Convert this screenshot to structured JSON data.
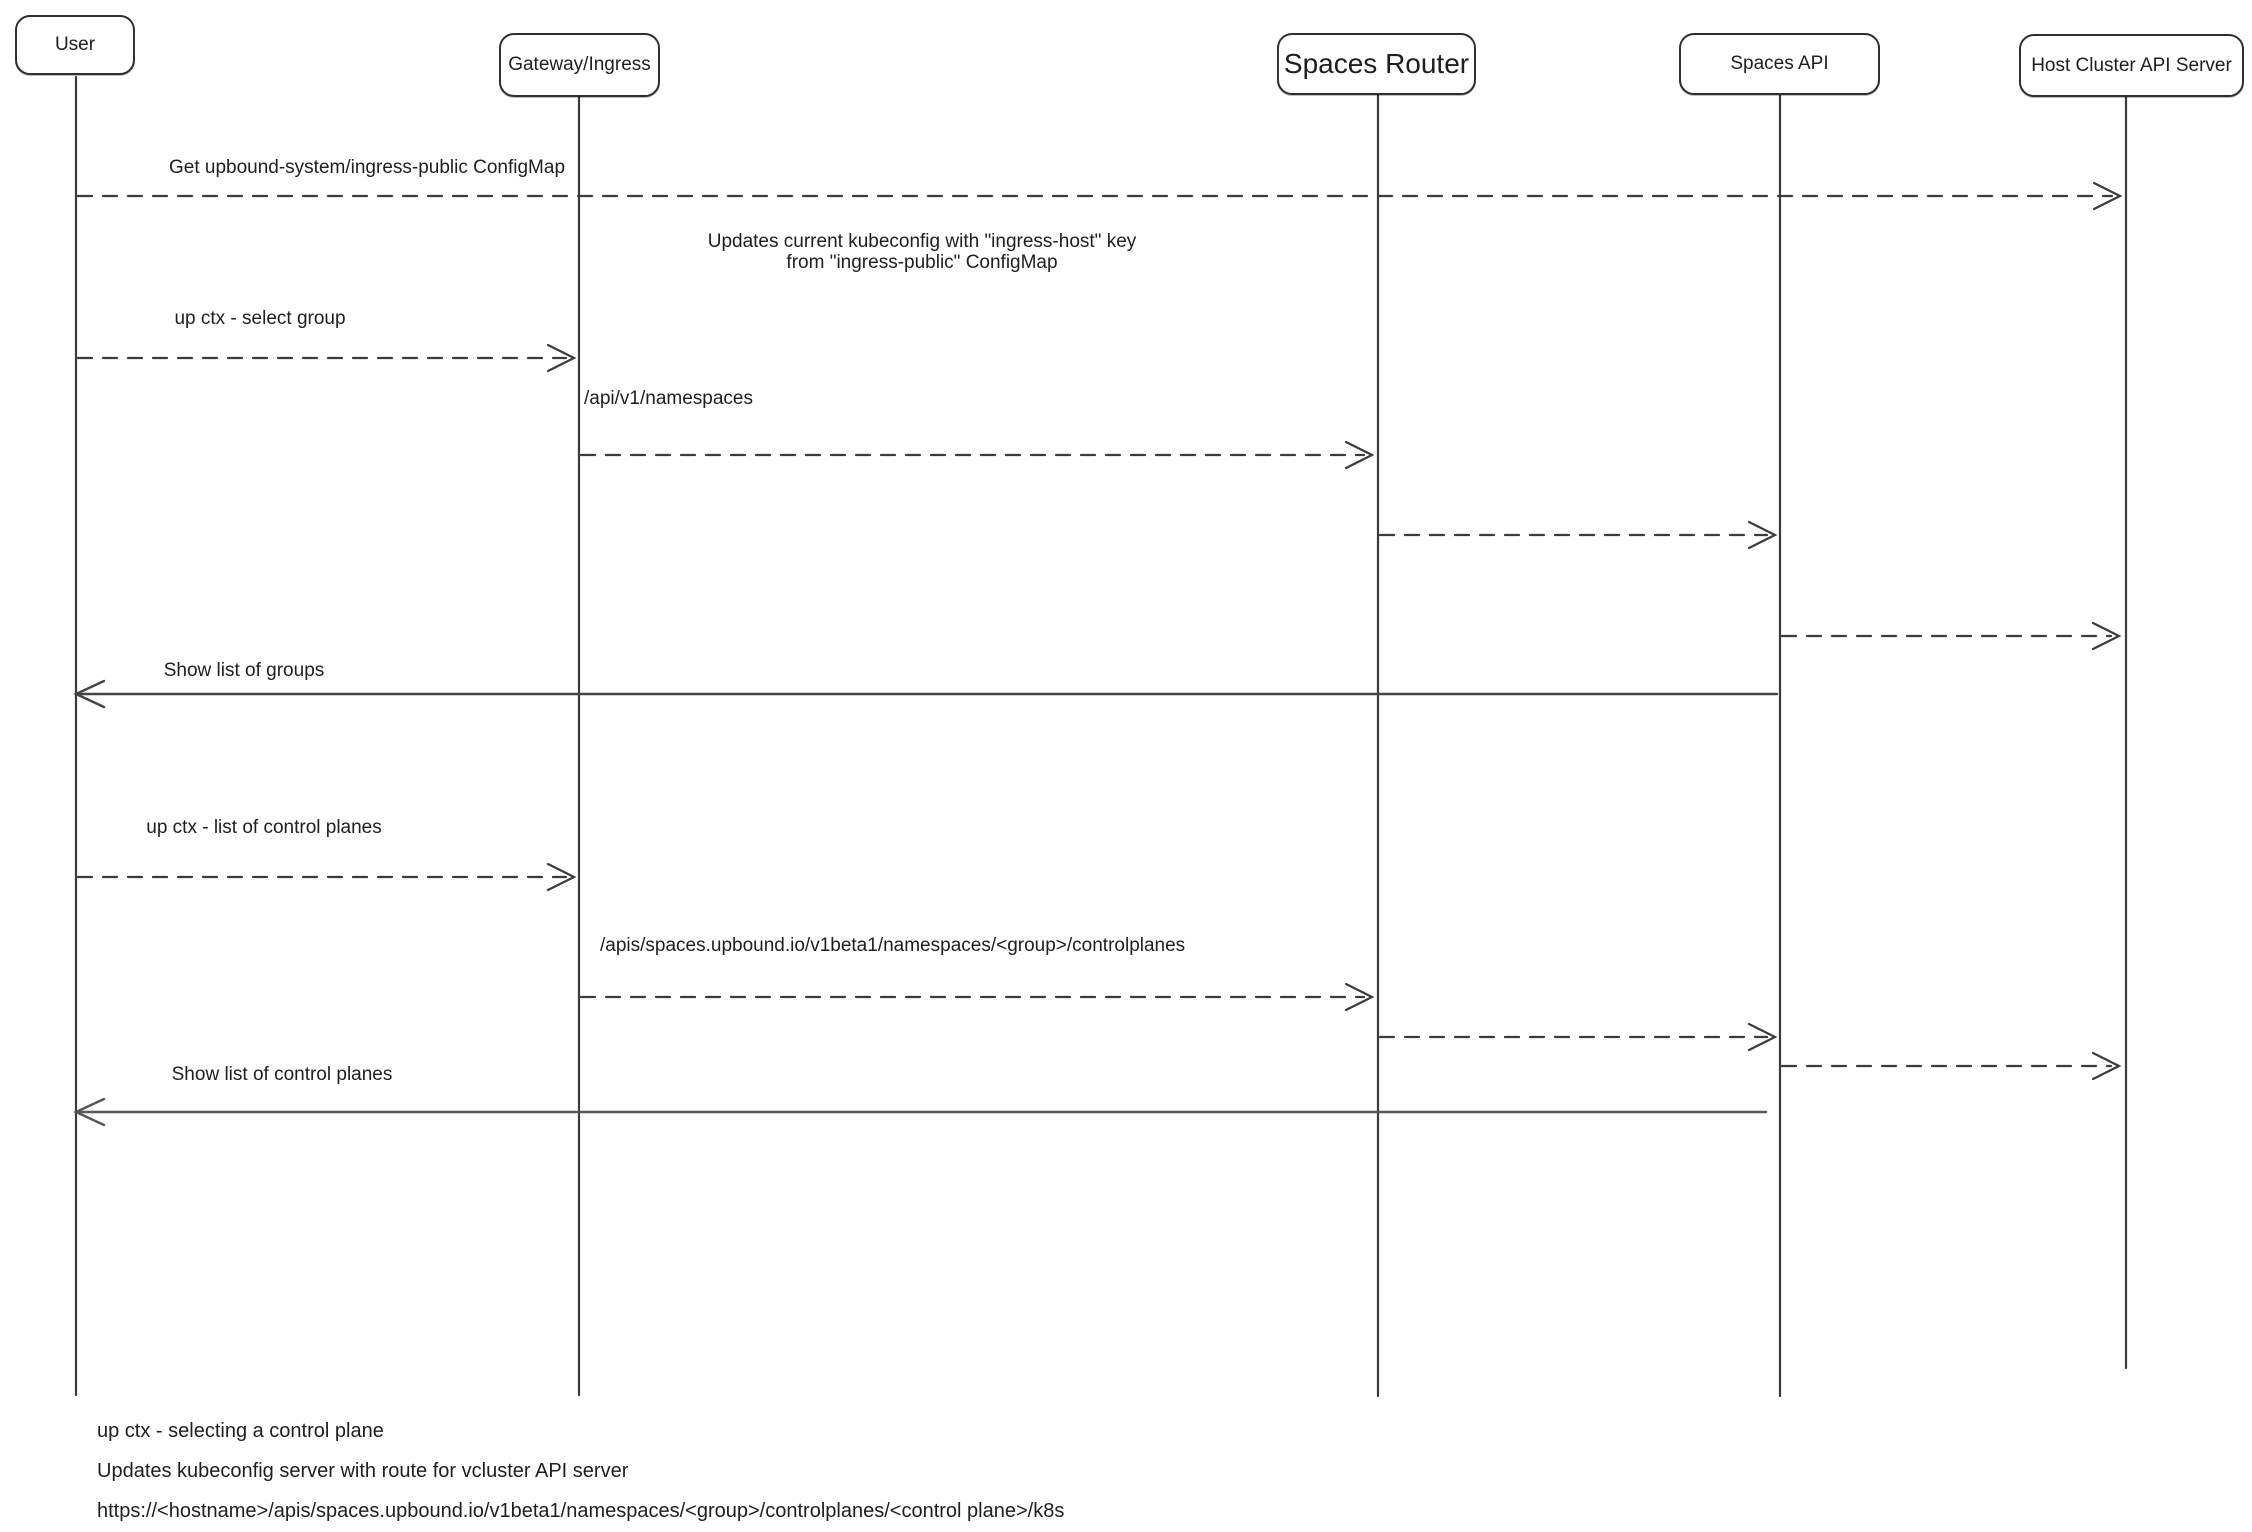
{
  "diagram": {
    "type": "sequence",
    "colors": {
      "stroke": "#3b3b3b",
      "text": "#1e1e1e",
      "background": "#ffffff"
    },
    "participants": [
      {
        "id": "user",
        "label": "User"
      },
      {
        "id": "gateway-ingress",
        "label": "Gateway/Ingress"
      },
      {
        "id": "spaces-router",
        "label": "Spaces Router"
      },
      {
        "id": "spaces-api",
        "label": "Spaces API"
      },
      {
        "id": "host-cluster-api-server",
        "label": "Host Cluster API Server"
      }
    ],
    "messages": [
      {
        "from": "user",
        "to": "host-cluster-api-server",
        "style": "dashed",
        "label": "Get upbound-system/ingress-public ConfigMap"
      },
      {
        "type": "note",
        "near": "spaces-router",
        "line1": "Updates current kubeconfig with \"ingress-host\" key",
        "line2": "from \"ingress-public\" ConfigMap"
      },
      {
        "from": "user",
        "to": "gateway-ingress",
        "style": "dashed",
        "label": "up ctx - select group"
      },
      {
        "from": "gateway-ingress",
        "to": "spaces-router",
        "style": "dashed",
        "label": "/api/v1/namespaces"
      },
      {
        "from": "spaces-router",
        "to": "spaces-api",
        "style": "dashed",
        "label": ""
      },
      {
        "from": "spaces-api",
        "to": "host-cluster-api-server",
        "style": "dashed",
        "label": ""
      },
      {
        "from": "spaces-api",
        "to": "user",
        "style": "solid",
        "label": "Show list of groups"
      },
      {
        "from": "user",
        "to": "gateway-ingress",
        "style": "dashed",
        "label": "up ctx - list of control planes"
      },
      {
        "from": "gateway-ingress",
        "to": "spaces-router",
        "style": "dashed",
        "label": "/apis/spaces.upbound.io/v1beta1/namespaces/<group>/controlplanes"
      },
      {
        "from": "spaces-router",
        "to": "spaces-api",
        "style": "dashed",
        "label": ""
      },
      {
        "from": "spaces-api",
        "to": "host-cluster-api-server",
        "style": "dashed",
        "label": ""
      },
      {
        "from": "spaces-api",
        "to": "user",
        "style": "solid",
        "label": "Show list of control planes"
      }
    ],
    "footnotes": [
      "up ctx - selecting a control plane",
      "Updates kubeconfig server with route for vcluster API server",
      "https://<hostname>/apis/spaces.upbound.io/v1beta1/namespaces/<group>/controlplanes/<control plane>/k8s"
    ]
  }
}
